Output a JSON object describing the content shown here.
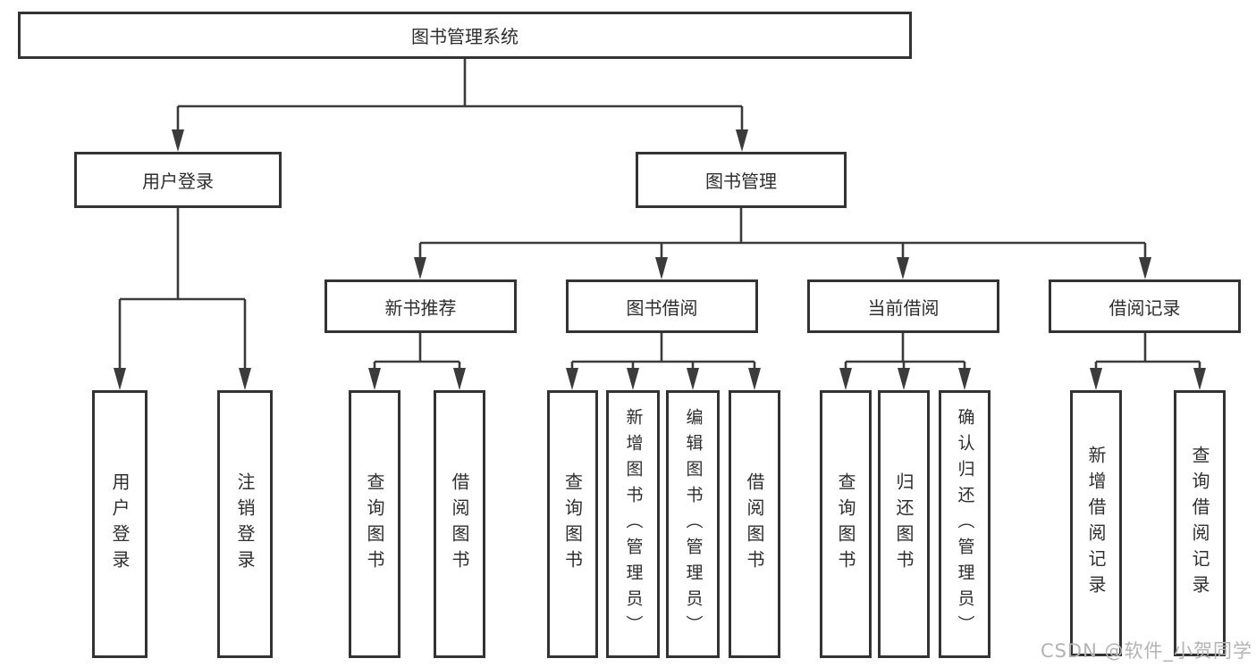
{
  "nodes": {
    "root": "图书管理系统",
    "user_login": "用户登录",
    "book_management": "图书管理",
    "new_book_recommend": "新书推荐",
    "book_borrow": "图书借阅",
    "current_borrow": "当前借阅",
    "borrow_records": "借阅记录"
  },
  "leaves": {
    "user_login": [
      "用户登录",
      "注销登录"
    ],
    "new_book_recommend": [
      "查询图书",
      "借阅图书"
    ],
    "book_borrow": [
      "查询图书",
      "新增图书（管理员）",
      "编辑图书（管理员）",
      "借阅图书"
    ],
    "current_borrow": [
      "查询图书",
      "归还图书",
      "确认归还（管理员）"
    ],
    "borrow_records": [
      "新增借阅记录",
      "查询借阅记录"
    ]
  },
  "watermark": "CSDN @软件_小贺同学",
  "colors": {
    "line": "#3b3b3b",
    "border": "#333333",
    "text": "#2e2e2e",
    "watermark": "#b3b3b3"
  }
}
